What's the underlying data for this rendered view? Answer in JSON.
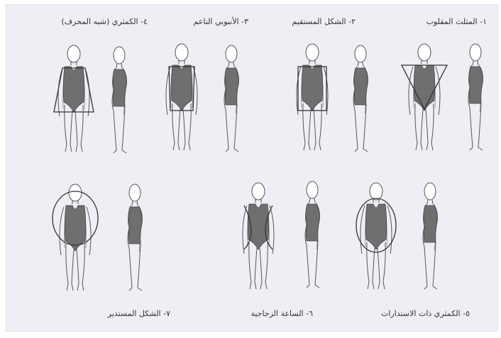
{
  "captions": {
    "c1": "١- المثلث المقلوب",
    "c2": "٢- الشكل المستقيم",
    "c3": "٣- الأنبوبي الناعم",
    "c4": "٤- الكمثري (شبه المحرف)",
    "c5": "٥- الكمثري ذات الاستدارات",
    "c6": "٦- الساعة الزجاجية",
    "c7": "٧- الشكل المستدير"
  },
  "colors": {
    "sheet": "#eeeff5",
    "line": "#555555",
    "swimsuit": "#6f6f6f"
  }
}
